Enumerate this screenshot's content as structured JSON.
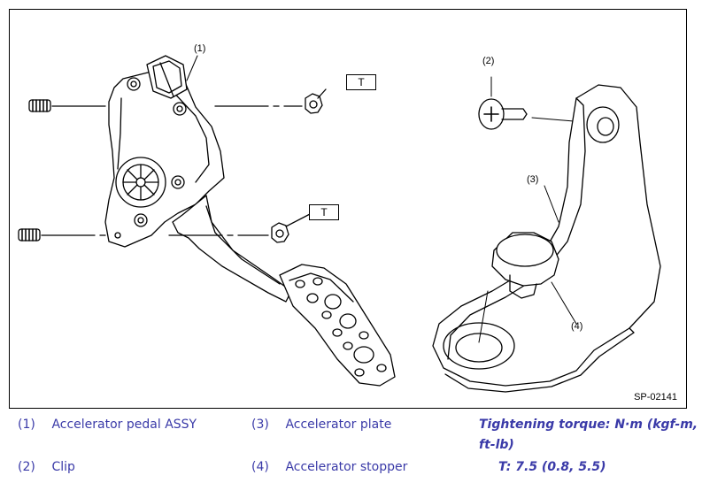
{
  "figure": {
    "id": "SP-02141",
    "callouts": [
      "(1)",
      "(2)",
      "(3)",
      "(4)"
    ],
    "torque_marks": [
      "T",
      "T"
    ]
  },
  "legend": {
    "items": [
      {
        "num": "(1)",
        "label": "Accelerator pedal ASSY"
      },
      {
        "num": "(2)",
        "label": "Clip"
      },
      {
        "num": "(3)",
        "label": "Accelerator plate"
      },
      {
        "num": "(4)",
        "label": "Accelerator stopper"
      }
    ]
  },
  "torque": {
    "title_line1": "Tightening torque: N·m (kgf-m,",
    "title_line2": "ft-lb)",
    "value": "T:  7.5 (0.8, 5.5)"
  }
}
